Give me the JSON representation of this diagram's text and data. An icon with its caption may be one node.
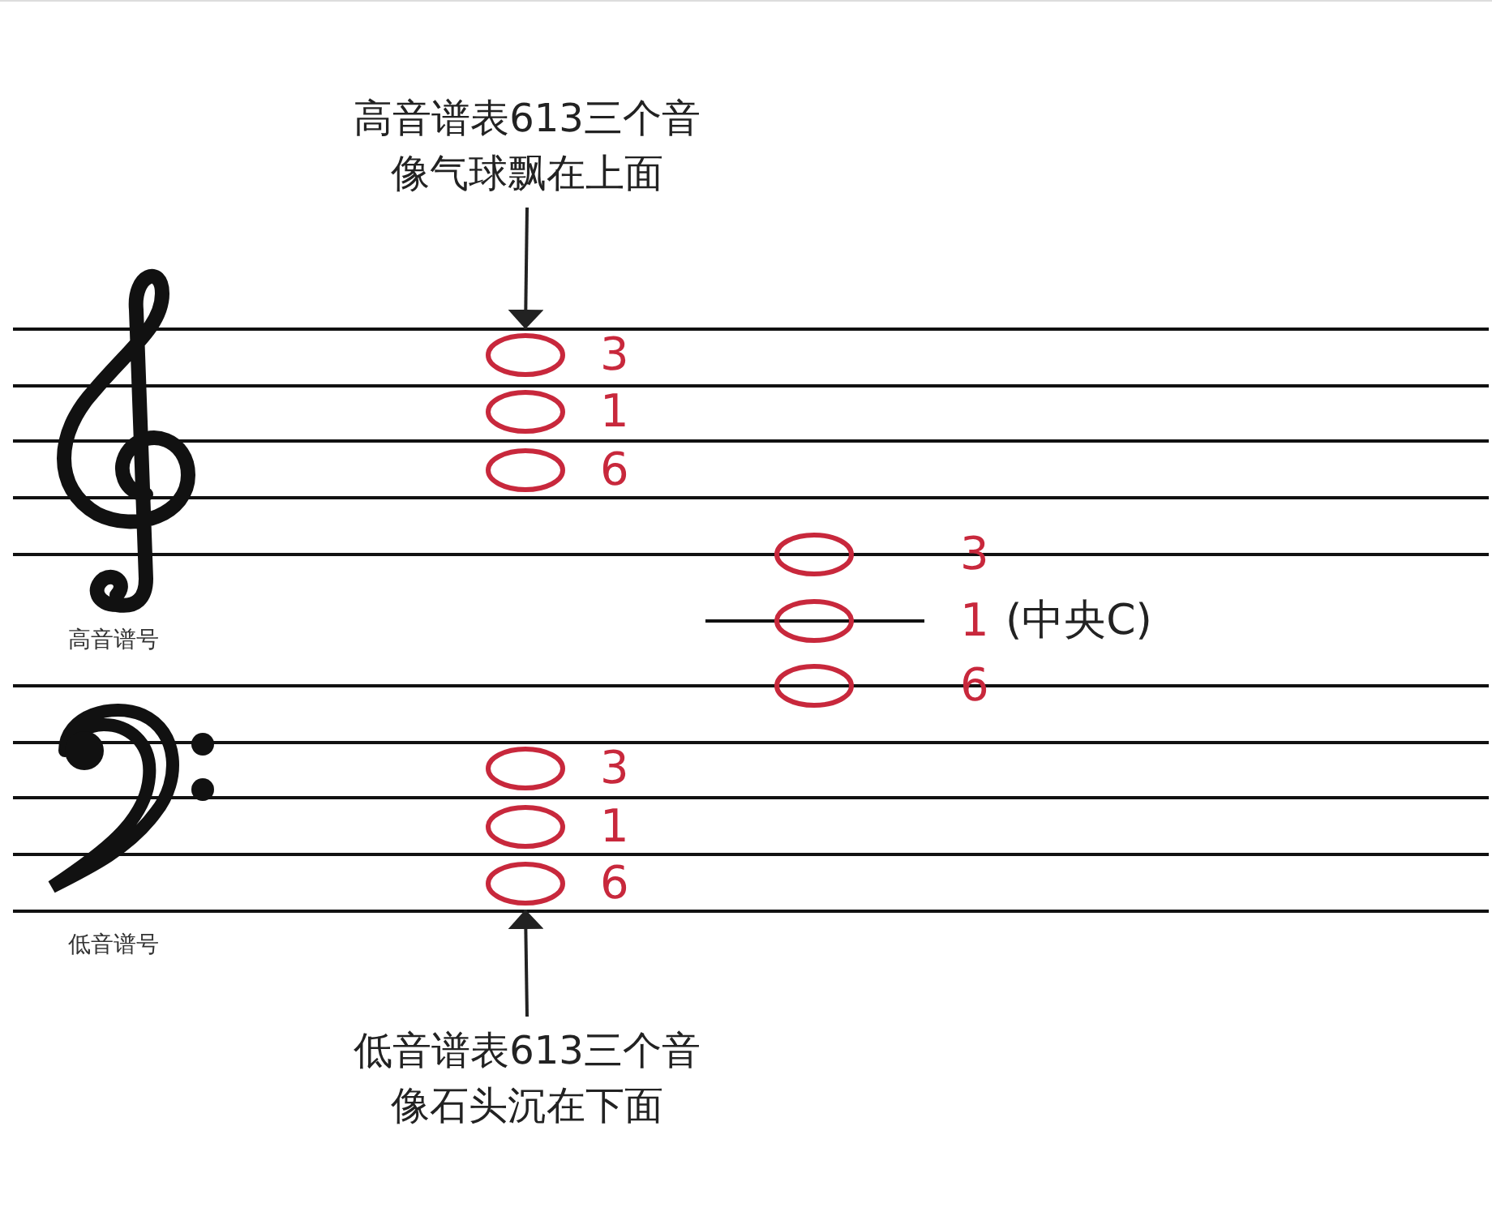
{
  "diagram": {
    "nodes": [
      {
        "text": [
          "高音谱表613三个音像气球飘在上面"
        ]
      },
      {
        "text": [],
        "shape": "circle",
        "beside": [
          "3"
        ]
      },
      {
        "text": [],
        "shape": "circle",
        "beside": [
          "1"
        ]
      },
      {
        "text": [],
        "shape": "circle",
        "beside": [
          "6"
        ]
      },
      {
        "text": [],
        "shape": "circle",
        "beside": [
          "3"
        ]
      },
      {
        "text": [],
        "shape": "circle",
        "beside": [
          "1",
          "(中央C)"
        ]
      },
      {
        "text": [],
        "shape": "circle",
        "beside": [
          "6"
        ]
      },
      {
        "text": [],
        "shape": "circle",
        "beside": [
          "3"
        ]
      },
      {
        "text": [],
        "shape": "circle",
        "beside": [
          "1"
        ]
      },
      {
        "text": [],
        "shape": "circle",
        "beside": [
          "6"
        ]
      },
      {
        "text": [
          "低音谱表613三个音像石头沉在下面"
        ]
      }
    ],
    "edges": [
      {
        "from": 0,
        "to": 1,
        "arrow": "to"
      },
      {
        "from": 10,
        "to": 9,
        "arrow": "to"
      }
    ],
    "labels": [
      "高音谱号",
      "低音谱号"
    ]
  }
}
